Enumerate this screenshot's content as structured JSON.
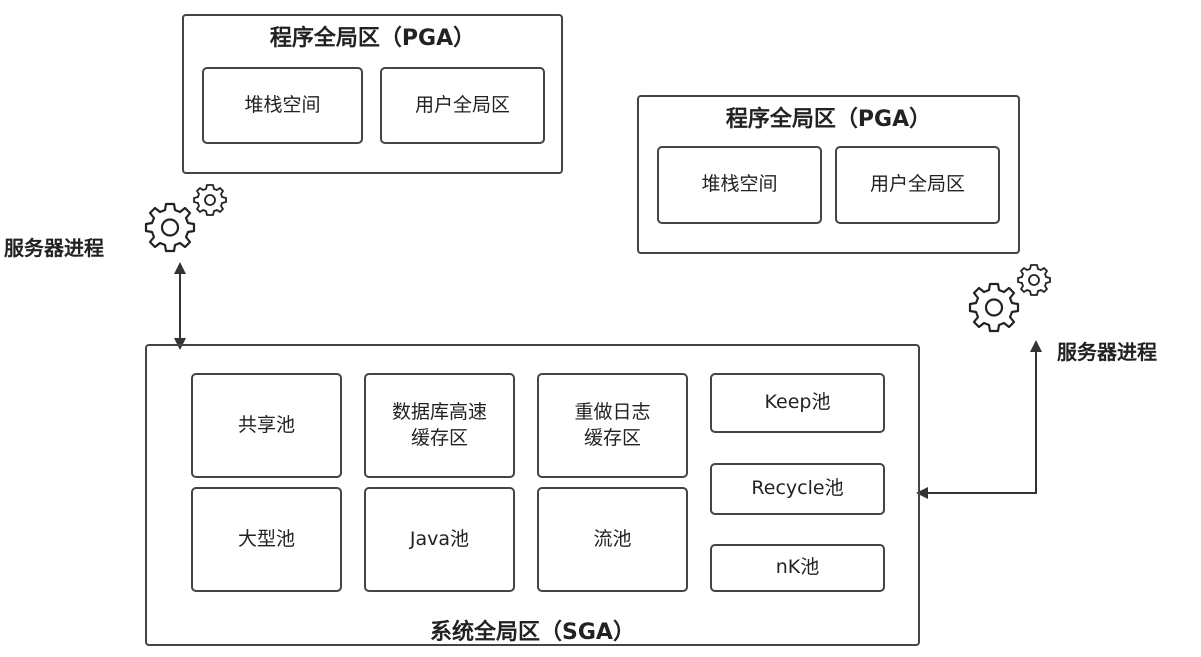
{
  "pga_left": {
    "title": "程序全局区（PGA）",
    "stack": "堆栈空间",
    "user_global": "用户全局区"
  },
  "pga_right": {
    "title": "程序全局区（PGA）",
    "stack": "堆栈空间",
    "user_global": "用户全局区"
  },
  "server_process_left": "服务器进程",
  "server_process_right": "服务器进程",
  "sga": {
    "title": "系统全局区（SGA）",
    "shared_pool": "共享池",
    "db_buffer_cache": "数据库高速\n缓存区",
    "redo_log_buffer": "重做日志\n缓存区",
    "keep_pool": "Keep池",
    "large_pool": "大型池",
    "java_pool": "Java池",
    "stream_pool": "流池",
    "recycle_pool": "Recycle池",
    "nk_pool": "nK池"
  },
  "icons": [
    "gear-icon",
    "gear-icon"
  ],
  "colors": {
    "stroke": "#444444",
    "text": "#222222",
    "arrow": "#333333"
  }
}
